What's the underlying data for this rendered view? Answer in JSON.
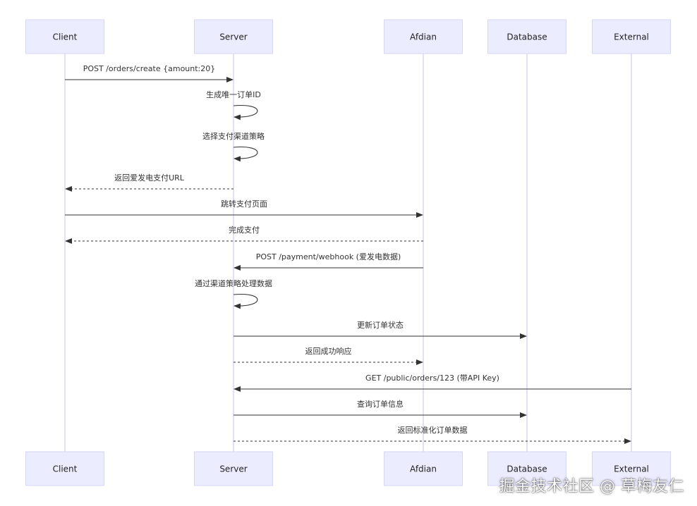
{
  "participants": [
    {
      "id": "client",
      "label": "Client"
    },
    {
      "id": "server",
      "label": "Server"
    },
    {
      "id": "afdian",
      "label": "Afdian"
    },
    {
      "id": "database",
      "label": "Database"
    },
    {
      "id": "external",
      "label": "External"
    }
  ],
  "messages": [
    {
      "from": "client",
      "to": "server",
      "text": "POST /orders/create {amount:20}",
      "style": "solid"
    },
    {
      "from": "server",
      "to": "server",
      "text": "生成唯一订单ID",
      "style": "solid"
    },
    {
      "from": "server",
      "to": "server",
      "text": "选择支付渠道策略",
      "style": "solid"
    },
    {
      "from": "server",
      "to": "client",
      "text": "返回爱发电支付URL",
      "style": "dashed"
    },
    {
      "from": "client",
      "to": "afdian",
      "text": "跳转支付页面",
      "style": "solid"
    },
    {
      "from": "afdian",
      "to": "client",
      "text": "完成支付",
      "style": "dashed"
    },
    {
      "from": "afdian",
      "to": "server",
      "text": "POST /payment/webhook (爱发电数据)",
      "style": "solid"
    },
    {
      "from": "server",
      "to": "server",
      "text": "通过渠道策略处理数据",
      "style": "solid"
    },
    {
      "from": "server",
      "to": "database",
      "text": "更新订单状态",
      "style": "solid"
    },
    {
      "from": "server",
      "to": "afdian",
      "text": "返回成功响应",
      "style": "dashed"
    },
    {
      "from": "external",
      "to": "server",
      "text": "GET /public/orders/123 (带API Key)",
      "style": "solid"
    },
    {
      "from": "server",
      "to": "database",
      "text": "查询订单信息",
      "style": "solid"
    },
    {
      "from": "server",
      "to": "external",
      "text": "返回标准化订单数据",
      "style": "dashed"
    }
  ],
  "watermark": "掘金技术社区 @ 草梅友仁"
}
